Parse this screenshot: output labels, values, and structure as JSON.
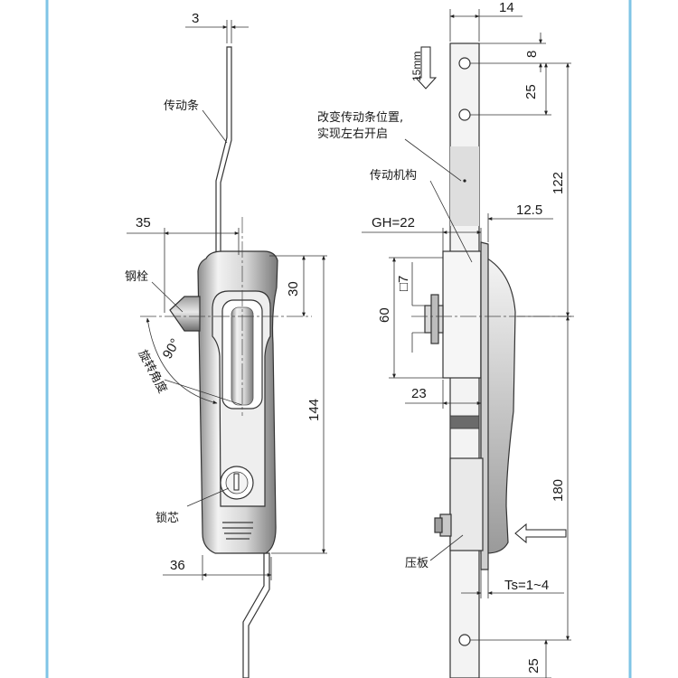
{
  "diagram": {
    "left_view": {
      "labels": {
        "transmission_bar": "传动条",
        "steel_bolt": "钢栓",
        "rotation_angle": "旋转角度",
        "angle_value": "90°",
        "lock_core": "锁芯"
      },
      "dimensions": {
        "bar_thickness": "3",
        "bolt_offset": "35",
        "handle_top": "30",
        "handle_length": "144",
        "handle_width": "36"
      }
    },
    "right_view": {
      "labels": {
        "feed": "15mm",
        "change_position_line1": "改变传动条位置,",
        "change_position_line2": "实现左右开启",
        "transmission_mechanism": "传动机构",
        "pressure_plate": "压板",
        "square": "□7"
      },
      "dimensions": {
        "bar_width": "14",
        "hole_top": "8",
        "hole_pitch_top": "25",
        "overall_upper": "122",
        "gh": "GH=22",
        "offset_right": "12.5",
        "body_height": "60",
        "body_depth": "23",
        "overall_lower": "180",
        "ts": "Ts=1~4",
        "hole_pitch_bottom": "25"
      }
    },
    "colors": {
      "frame_border": "#7fc4e6",
      "line": "#222222"
    }
  }
}
